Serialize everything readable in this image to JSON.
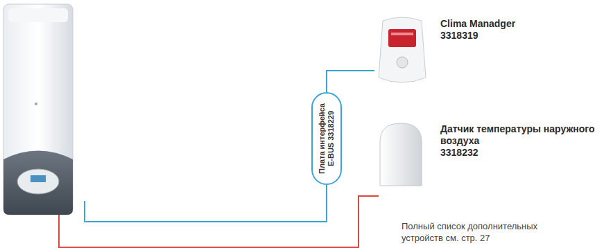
{
  "diagram": {
    "nodes": [
      {
        "text": [
          "Плата интерфейса",
          "E-BUS 3318229"
        ]
      },
      {
        "text": [
          "Clima Manadger",
          "3318319"
        ]
      },
      {
        "text": [
          "Датчик температуры наружного воздуха",
          "3318232"
        ]
      }
    ],
    "edges": [
      {
        "from": 0,
        "to": 1,
        "arrow": "none"
      }
    ],
    "labels": [
      "Полный список дополнительных устройств см. стр. 27"
    ]
  }
}
